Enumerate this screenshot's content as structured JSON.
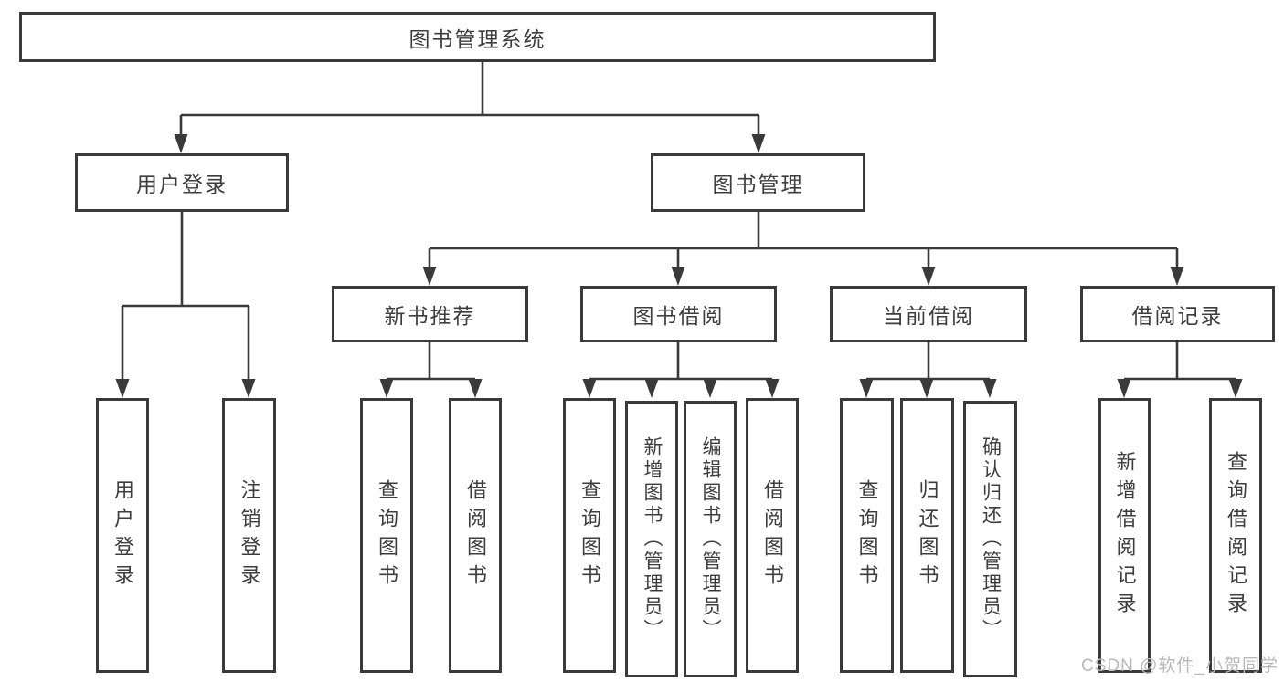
{
  "colors": {
    "line": "#3a3a3a",
    "text": "#3d3d3d",
    "watermark": "#b9b9b9",
    "background": "#ffffff"
  },
  "tree": {
    "root": {
      "label": "图书管理系统"
    },
    "branches": [
      {
        "label": "用户登录",
        "leaves": [
          {
            "label": "用户登录"
          },
          {
            "label": "注销登录"
          }
        ]
      },
      {
        "label": "图书管理",
        "groups": [
          {
            "label": "新书推荐",
            "leaves": [
              {
                "label": "查询图书"
              },
              {
                "label": "借阅图书"
              }
            ]
          },
          {
            "label": "图书借阅",
            "leaves": [
              {
                "label": "查询图书"
              },
              {
                "label": "新增图书（管理员）"
              },
              {
                "label": "编辑图书（管理员）"
              },
              {
                "label": "借阅图书"
              }
            ]
          },
          {
            "label": "当前借阅",
            "leaves": [
              {
                "label": "查询图书"
              },
              {
                "label": "归还图书"
              },
              {
                "label": "确认归还（管理员）"
              }
            ]
          },
          {
            "label": "借阅记录",
            "leaves": [
              {
                "label": "新增借阅记录"
              },
              {
                "label": "查询借阅记录"
              }
            ]
          }
        ]
      }
    ]
  },
  "watermark": {
    "text": "CSDN @软件_小贺同学"
  }
}
